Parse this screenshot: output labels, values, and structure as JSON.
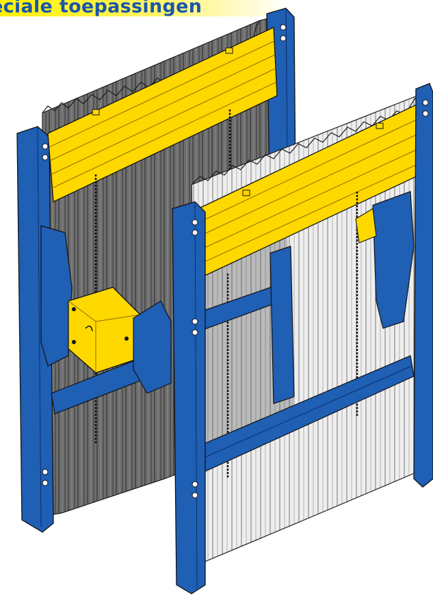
{
  "header": {
    "title": "eciale toepassingen"
  },
  "colors": {
    "title_text": "#1c56a8",
    "title_band": "#fff200",
    "frame_blue": "#1f5fb4",
    "waler_yellow": "#ffd800",
    "back_sheet_dark": "#6e6e6e",
    "front_sheet_light": "#ededed",
    "outline": "#1a1a1a"
  },
  "figure": {
    "components": [
      "back-trench-panel",
      "front-trench-panel",
      "spreader-strut",
      "sheet-piles",
      "guide-rails",
      "top-walers",
      "lifting-chains"
    ]
  }
}
